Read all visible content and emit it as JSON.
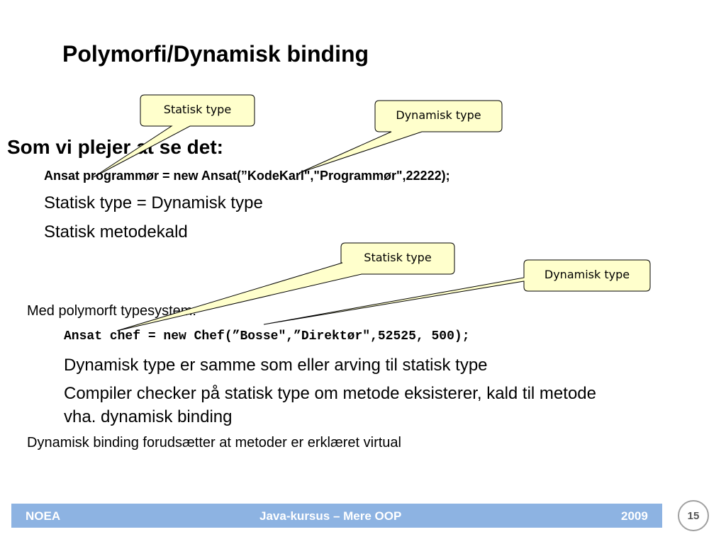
{
  "slide": {
    "title": "Polymorfi/Dynamisk binding",
    "heading": "Som vi plejer at se det:",
    "code_line_1": "Ansat programmør = new Ansat(”KodeKarl\",\"Programmør\",22222);",
    "point_1": "Statisk type = Dynamisk type",
    "point_2": "Statisk metodekald",
    "intro_2": "Med polymorft typesystem:",
    "code_line_2": "Ansat chef = new Chef(”Bosse\",”Direktør\",52525, 500);",
    "point_3": "Dynamisk type er samme som eller arving til statisk type",
    "point_4_line_1": "Compiler checker på statisk type om metode eksisterer, kald til metode",
    "point_4_line_2": "vha. dynamisk binding",
    "closing": "Dynamisk binding forudsætter at metoder er erklæret virtual"
  },
  "callouts": {
    "c1": "Statisk type",
    "c2": "Dynamisk type",
    "c3": "Statisk type",
    "c4": "Dynamisk type"
  },
  "colors": {
    "callout_fill": "#ffffcc",
    "footer_bg": "#8db3e2"
  },
  "footer": {
    "left": "NOEA",
    "center": "Java-kursus – Mere OOP",
    "right": "2009",
    "page_number": "15"
  }
}
